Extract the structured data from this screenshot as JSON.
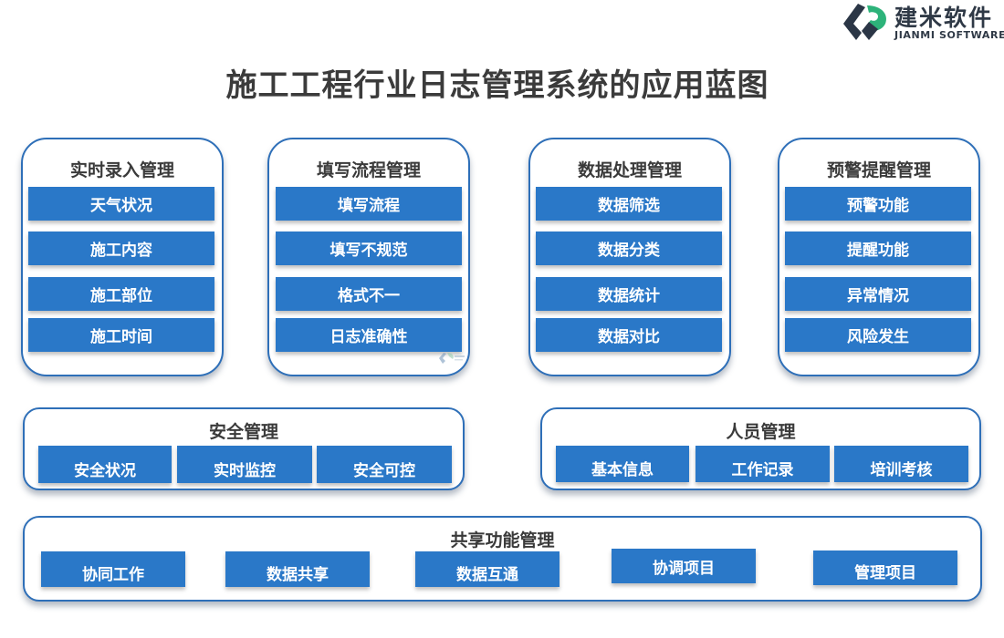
{
  "brand": {
    "name_cn": "建米软件",
    "name_en": "JIANMI SOFTWARE",
    "logo_colors": [
      "#2b3646",
      "#2db37a"
    ]
  },
  "title": "施工工程行业日志管理系统的应用蓝图",
  "colors": {
    "border": "#2e6fb8",
    "button": "#2a78c8",
    "text": "#3a3a3a"
  },
  "modules": {
    "realtime": {
      "title": "实时录入管理",
      "items": [
        "天气状况",
        "施工内容",
        "施工部位",
        "施工时间"
      ]
    },
    "process": {
      "title": "填写流程管理",
      "items": [
        "填写流程",
        "填写不规范",
        "格式不一",
        "日志准确性"
      ]
    },
    "data": {
      "title": "数据处理管理",
      "items": [
        "数据筛选",
        "数据分类",
        "数据统计",
        "数据对比"
      ]
    },
    "alert": {
      "title": "预警提醒管理",
      "items": [
        "预警功能",
        "提醒功能",
        "异常情况",
        "风险发生"
      ]
    },
    "safety": {
      "title": "安全管理",
      "items": [
        "安全状况",
        "实时监控",
        "安全可控"
      ]
    },
    "personnel": {
      "title": "人员管理",
      "items": [
        "基本信息",
        "工作记录",
        "培训考核"
      ]
    },
    "share": {
      "title": "共享功能管理",
      "items": [
        "协同工作",
        "数据共享",
        "数据互通",
        "协调项目",
        "管理项目"
      ]
    }
  }
}
